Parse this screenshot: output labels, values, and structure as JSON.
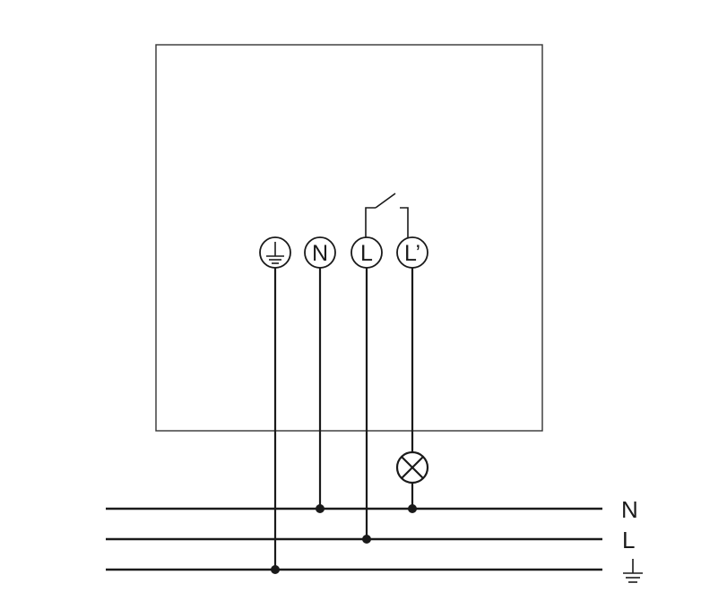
{
  "terminals": {
    "earth": {
      "symbol": "earth-icon"
    },
    "neutral": {
      "label": "N"
    },
    "live": {
      "label": "L"
    },
    "switched_live": {
      "label": "L’"
    }
  },
  "busbars": {
    "neutral": {
      "label": "N"
    },
    "live": {
      "label": "L"
    },
    "earth": {
      "symbol": "earth-icon"
    }
  },
  "colors": {
    "line": "#1a1a1a",
    "box": "#333333",
    "background": "#ffffff"
  }
}
